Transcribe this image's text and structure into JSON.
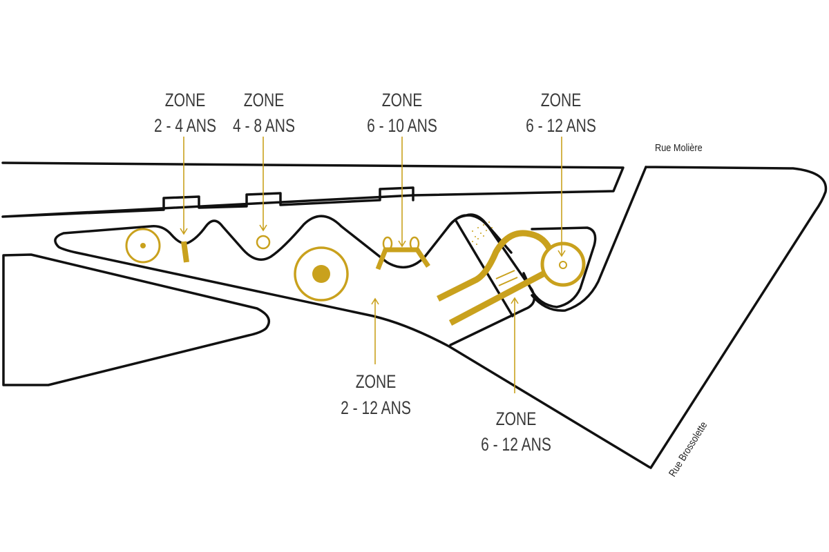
{
  "colors": {
    "accent": "#c9a11d",
    "outline": "#111111",
    "text": "#3a3a3a"
  },
  "zones": [
    {
      "line1": "ZONE",
      "line2": "2 - 4 ANS"
    },
    {
      "line1": "ZONE",
      "line2": "4 - 8 ANS"
    },
    {
      "line1": "ZONE",
      "line2": "6 - 10 ANS"
    },
    {
      "line1": "ZONE",
      "line2": "6 - 12 ANS"
    },
    {
      "line1": "ZONE",
      "line2": "2 - 12 ANS"
    },
    {
      "line1": "ZONE",
      "line2": "6 - 12 ANS"
    }
  ],
  "streets": {
    "moliere": "Rue Molière",
    "brossolette": "Rue Brossolette"
  }
}
